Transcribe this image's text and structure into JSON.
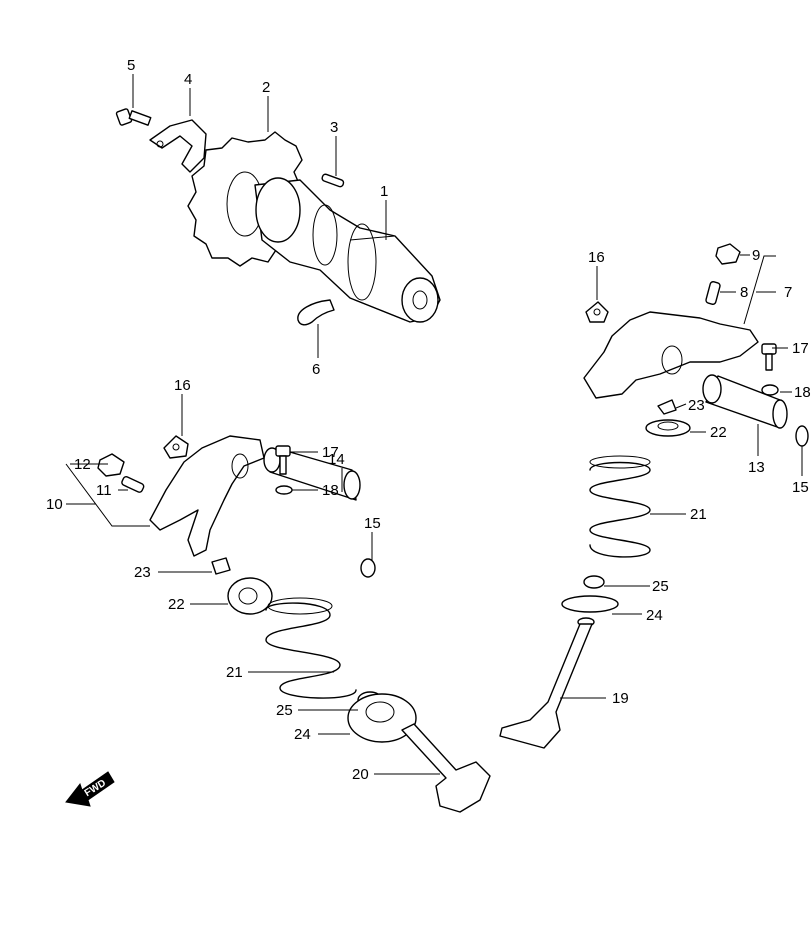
{
  "callouts": {
    "c1": "1",
    "c2": "2",
    "c3": "3",
    "c4": "4",
    "c5": "5",
    "c6": "6",
    "c7": "7",
    "c8": "8",
    "c9": "9",
    "c10": "10",
    "c11": "11",
    "c12": "12",
    "c13": "13",
    "c14": "14",
    "c15a": "15",
    "c15b": "15",
    "c16a": "16",
    "c16b": "16",
    "c17a": "17",
    "c17b": "17",
    "c18a": "18",
    "c18b": "18",
    "c19": "19",
    "c20": "20",
    "c21a": "21",
    "c21b": "21",
    "c22a": "22",
    "c22b": "22",
    "c23a": "23",
    "c23b": "23",
    "c24a": "24",
    "c24b": "24",
    "c25a": "25",
    "c25b": "25"
  },
  "fwd_label": "FWD",
  "colors": {
    "line": "#000000",
    "background": "#ffffff"
  }
}
